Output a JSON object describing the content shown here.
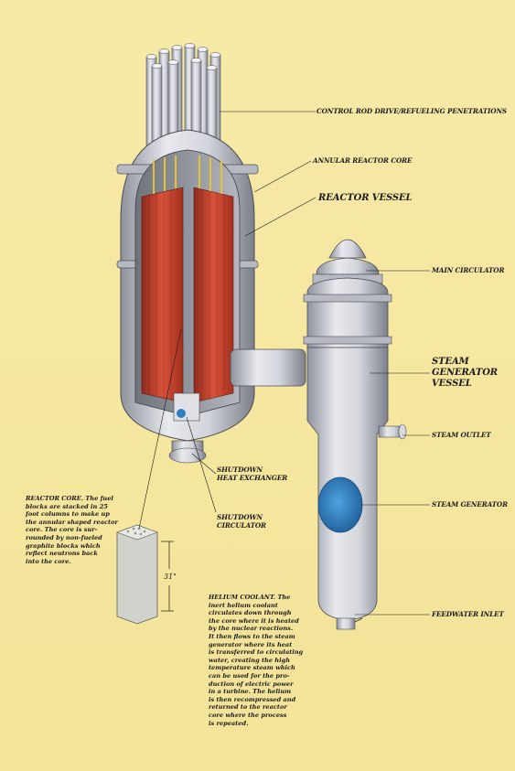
{
  "labels": {
    "control_rod": "CONTROL ROD DRIVE/REFUELING PENETRATIONS",
    "annular_core": "ANNULAR REACTOR CORE",
    "reactor_vessel": "REACTOR VESSEL",
    "main_circulator": "MAIN CIRCULATOR",
    "sg_vessel_1": "STEAM",
    "sg_vessel_2": "GENERATOR",
    "sg_vessel_3": "VESSEL",
    "steam_outlet": "STEAM OUTLET",
    "steam_generator": "STEAM GENERATOR",
    "shutdown_hx_1": "SHUTDOWN",
    "shutdown_hx_2": "HEAT EXCHANGER",
    "shutdown_circ_1": "SHUTDOWN",
    "shutdown_circ_2": "CIRCULATOR",
    "feedwater_inlet": "FEEDWATER INLET"
  },
  "reactor_core_text": "REACTOR CORE. The fuel\nblocks are stacked in 25\nfoot columns to make up\nthe annular shaped reactor\ncore. The core is sur-\nrounded by non-fueled\ngraphite blocks which\nreflect neutrons back\ninto the core.",
  "helium_text": "HELIUM COOLANT. The\ninert helium coolant\ncirculates down through\nthe core where it is heated\nby the nuclear reactions.\nIt then flows to the steam\ngenerator where its heat\nis transferred to circulating\nwater, creating the high\ntemperature steam which\ncan be used for the pro-\nduction of electric power\nin a turbine. The helium\nis then recompressed and\nreturned to the reactor\ncore where the process\nis repeated.",
  "dimension": "31\"",
  "colors": {
    "background": "#f6e7a0",
    "steel": "#c9cbd2",
    "core_red": "#c8402e",
    "steam_blue": "#2e7fc0",
    "leader": "#1a1a1a"
  }
}
